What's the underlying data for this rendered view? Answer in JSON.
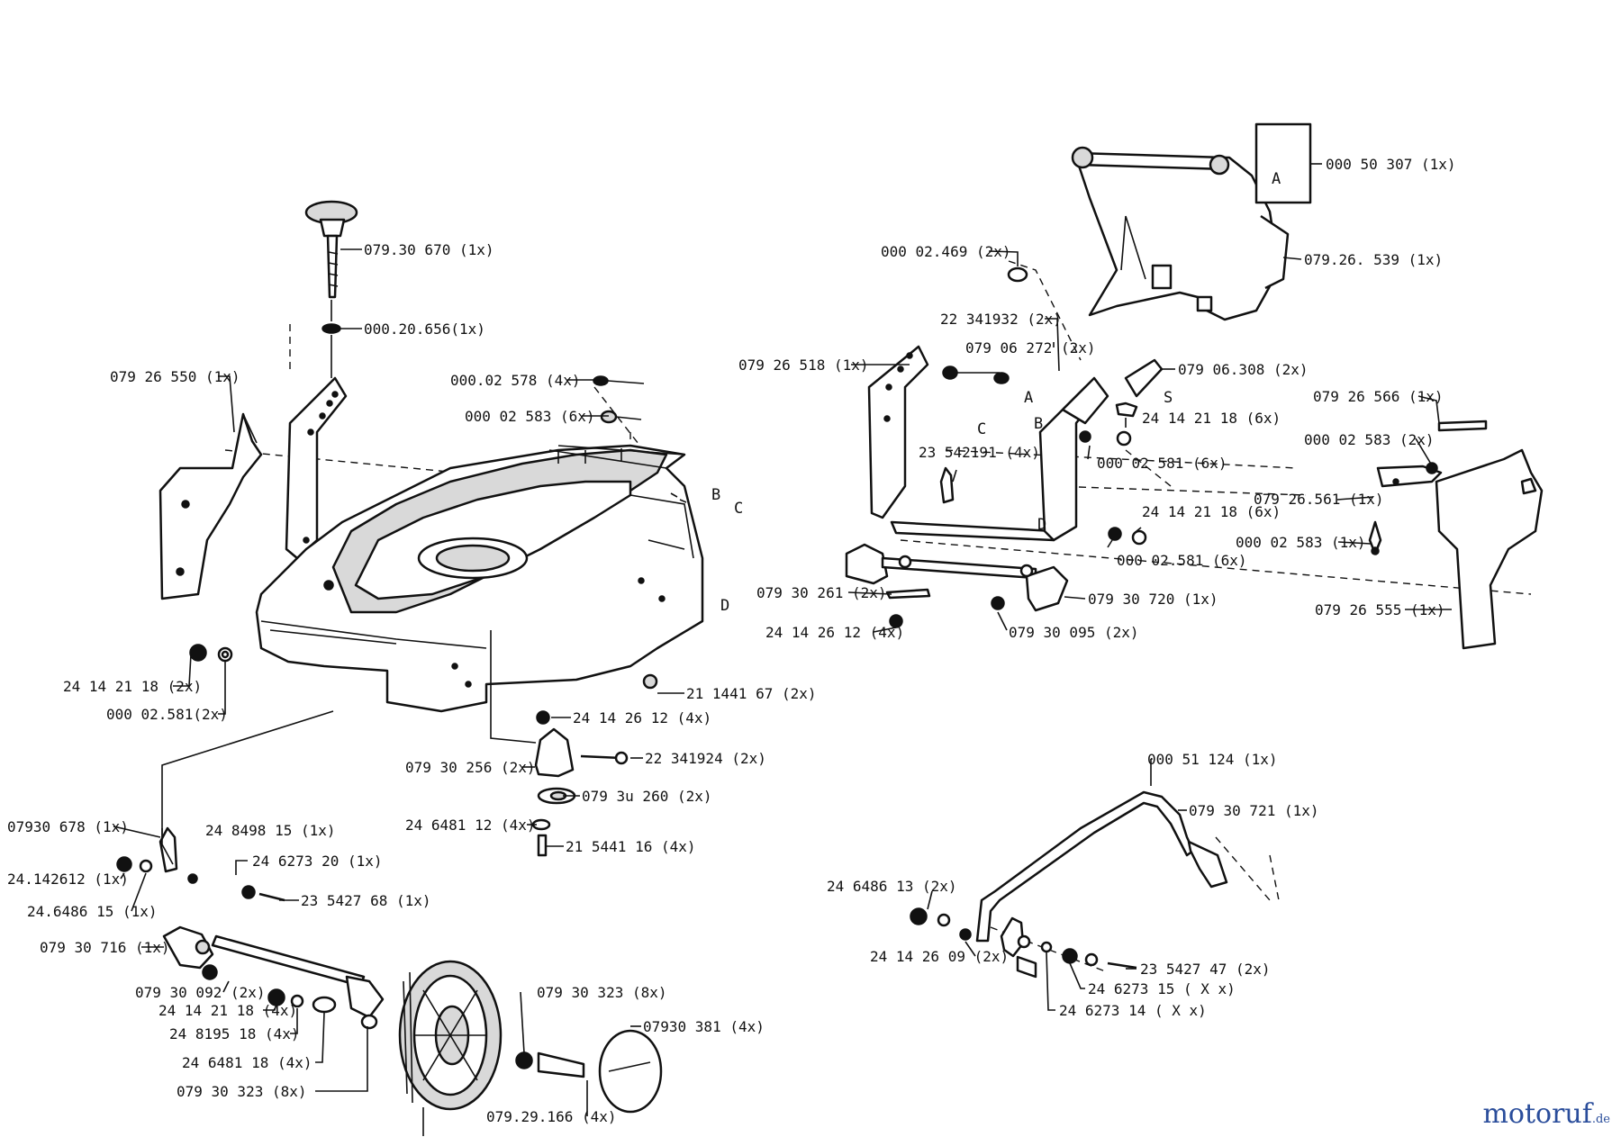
{
  "labels": [
    {
      "id": "p1",
      "text": "079.30 670  (1x)"
    },
    {
      "id": "p2",
      "text": "000.20.656(1x)"
    },
    {
      "id": "p3",
      "text": "079 26 550  (1x)"
    },
    {
      "id": "p4",
      "text": "000.02 578  (4x)"
    },
    {
      "id": "p5",
      "text": "000 02 583  (6x)"
    },
    {
      "id": "p6",
      "text": "24 14 21 18 (2x)"
    },
    {
      "id": "p7",
      "text": "000 02.581(2x)"
    },
    {
      "id": "p8",
      "text": "21 1441 67  (2x)"
    },
    {
      "id": "p9",
      "text": "24 14 26 12  (4x)"
    },
    {
      "id": "p10",
      "text": "079 30 256  (2x)"
    },
    {
      "id": "p11",
      "text": "22 341924  (2x)"
    },
    {
      "id": "p12",
      "text": "079 3u 260  (2x)"
    },
    {
      "id": "p13",
      "text": "24 6481 12  (4x)"
    },
    {
      "id": "p14",
      "text": "21 5441 16  (4x)"
    },
    {
      "id": "p15",
      "text": "07930 678  (1x)"
    },
    {
      "id": "p16",
      "text": "24 8498 15  (1x)"
    },
    {
      "id": "p17",
      "text": "24 6273 20  (1x)"
    },
    {
      "id": "p18",
      "text": "24.142612  (1x)"
    },
    {
      "id": "p19",
      "text": "23 5427 68  (1x)"
    },
    {
      "id": "p20",
      "text": "24.6486 15  (1x)"
    },
    {
      "id": "p21",
      "text": "079 30 716  (1x)"
    },
    {
      "id": "p22",
      "text": "079 30 092  (2x)"
    },
    {
      "id": "p23",
      "text": "079 30 323  (8x)"
    },
    {
      "id": "p24",
      "text": "24 14 21 18  (4x)"
    },
    {
      "id": "p25",
      "text": "07930 381  (4x)"
    },
    {
      "id": "p26",
      "text": "24 8195 18  (4x)"
    },
    {
      "id": "p27",
      "text": "24 6481 18  (4x)"
    },
    {
      "id": "p28",
      "text": "079 30 323 (8x)"
    },
    {
      "id": "p29",
      "text": "079.29.166 (4x)"
    },
    {
      "id": "p30",
      "text": "000 50 307  (1x)"
    },
    {
      "id": "p31",
      "text": "079.26. 539  (1x)"
    },
    {
      "id": "p32",
      "text": "000 02.469  (2x)"
    },
    {
      "id": "p33",
      "text": "22 341932  (2x)"
    },
    {
      "id": "p34",
      "text": "079 06 272  (2x)"
    },
    {
      "id": "p35",
      "text": "079 26 518  (1x)"
    },
    {
      "id": "p36",
      "text": "079 06.308  (2x)"
    },
    {
      "id": "p37",
      "text": "24 14 21 18  (6x)"
    },
    {
      "id": "p38",
      "text": "079 26 566  (1x)"
    },
    {
      "id": "p39",
      "text": "23 542191  (4x)"
    },
    {
      "id": "p40",
      "text": "000 02 581  (6x)"
    },
    {
      "id": "p41",
      "text": "000 02 583  (2x)"
    },
    {
      "id": "p42",
      "text": "079 26.561  (1x)"
    },
    {
      "id": "p43",
      "text": "24 14 21 18  (6x)"
    },
    {
      "id": "p44",
      "text": "000 02.581  (6x)"
    },
    {
      "id": "p45",
      "text": "000 02 583  (1x)"
    },
    {
      "id": "p46",
      "text": "079 30 261  (2x)"
    },
    {
      "id": "p47",
      "text": "079 30 720  (1x)"
    },
    {
      "id": "p48",
      "text": "24 14 26 12  (4x)"
    },
    {
      "id": "p49",
      "text": "079 30 095  (2x)"
    },
    {
      "id": "p50",
      "text": "079 26 555  (1x)"
    },
    {
      "id": "p51",
      "text": "000 51 124  (1x)"
    },
    {
      "id": "p52",
      "text": "079 30 721  (1x)"
    },
    {
      "id": "p53",
      "text": "24 6486 13  (2x)"
    },
    {
      "id": "p54",
      "text": "24 14 26 09  (2x)"
    },
    {
      "id": "p55",
      "text": "23 5427 47  (2x)"
    },
    {
      "id": "p56",
      "text": "24 6273 15  ( X x)"
    },
    {
      "id": "p57",
      "text": "24 6273 14  ( X x)"
    }
  ],
  "letters": {
    "B": "B",
    "C": "C",
    "D": "D",
    "A": "A",
    "S": "S"
  },
  "watermark": {
    "brand": "motoruf",
    "tld": ".de"
  },
  "colors": {
    "ink": "#111111",
    "watermark": "#2a4d9b"
  }
}
